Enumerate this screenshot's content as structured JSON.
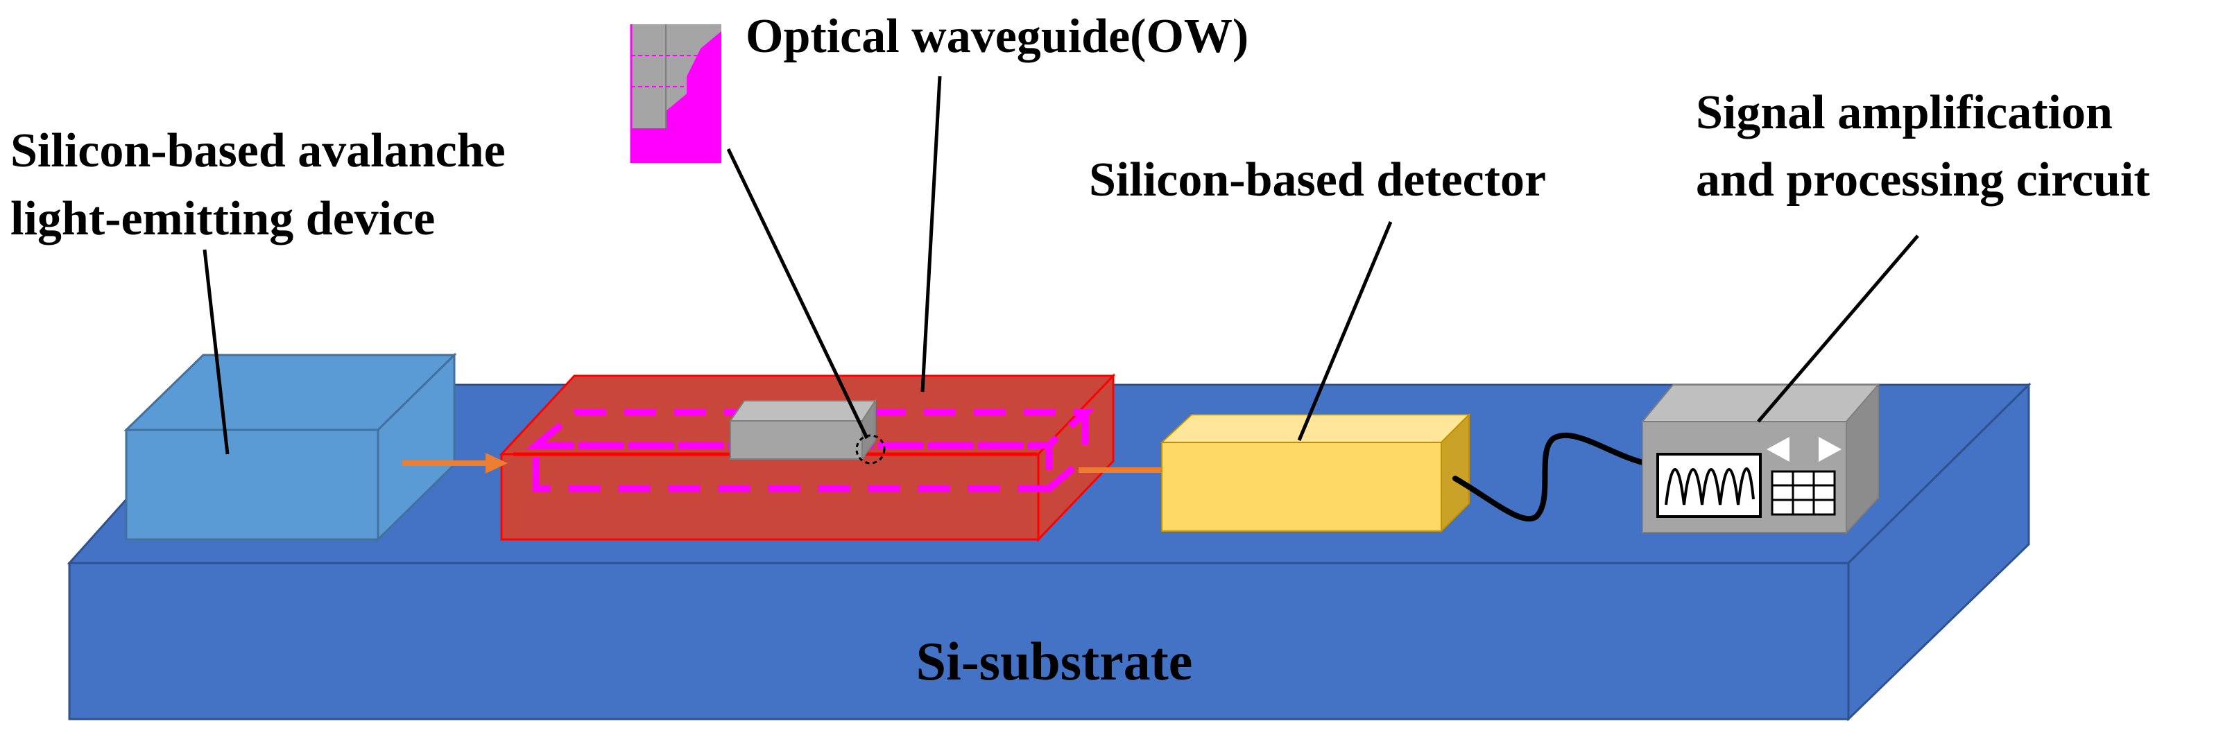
{
  "labels": {
    "emitter_line1": "Silicon-based avalanche",
    "emitter_line2": "light-emitting device",
    "waveguide": "Optical waveguide(OW)",
    "detector": "Silicon-based detector",
    "circuit_line1": "Signal amplification",
    "circuit_line2": "and processing circuit",
    "substrate": "Si-substrate"
  },
  "colors": {
    "substrate": "#4472c4",
    "emitter": "#5b9bd5",
    "waveguide_slab": "#c9473a",
    "waveguide_core": "#ff00ff",
    "light_path": "#ed7d31",
    "detector": "#ffd966",
    "circuit_box": "#a5a5a5"
  },
  "icons": {
    "waveguide_crosssection": "waveguide-cross-section-icon",
    "oscilloscope_screen": "sine-wave-icon",
    "nav_left": "triangle-left-icon",
    "nav_right": "triangle-right-icon",
    "keypad": "grid-keypad-icon"
  }
}
